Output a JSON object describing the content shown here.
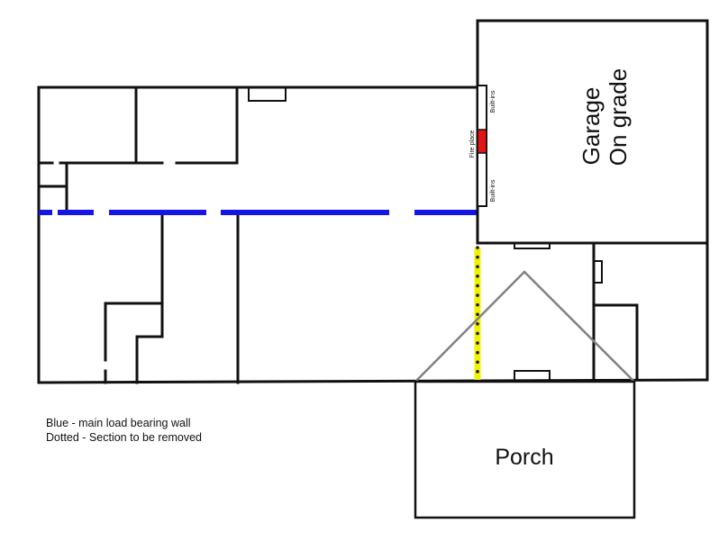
{
  "labels": {
    "garage_line1": "Garage",
    "garage_line2": "On grade",
    "porch": "Porch",
    "fireplace": "Fire place",
    "builtins_top": "Built-ins",
    "builtins_bottom": "Built-ins"
  },
  "legend": {
    "blue": "Blue - main load bearing wall",
    "dotted": "Dotted - Section to be removed"
  },
  "colors": {
    "load_bearing_wall": "#1515e8",
    "removal_section": "#f2f200",
    "fireplace": "#e31414",
    "roof_line": "#808080",
    "walls": "#111111"
  }
}
